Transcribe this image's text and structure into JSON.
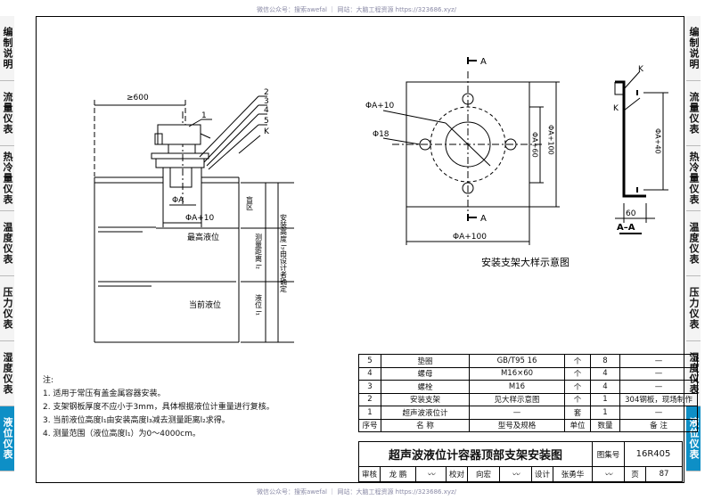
{
  "watermark": "微信公众号：搜索awefal ｜ 网站：大脑工程资源 https://323686.xyz/",
  "left_tabs": [
    "编制说明",
    "流量仪表",
    "热冷量仪表",
    "温度仪表",
    "压力仪表",
    "湿度仪表",
    "液位仪表"
  ],
  "right_tabs": [
    "编制说明",
    "流量仪表",
    "热冷量仪表",
    "温度仪表",
    "压力仪表",
    "湿度仪表",
    "液位仪表"
  ],
  "active_tab": "液位仪表",
  "drawing_left": {
    "dim_top": "≥600",
    "callouts": [
      "1",
      "2",
      "3",
      "4",
      "5"
    ],
    "k_label": "K",
    "phi_a": "ΦA",
    "phi_a10": "ΦA+10",
    "blind_zone": "盲区",
    "max_level": "最高液位",
    "current_level": "当前液位",
    "measure_dist": "测量距离 l₂",
    "level_height": "液位 l₁",
    "install_height": "安装高度 l₃由设计者确定"
  },
  "drawing_right": {
    "section_mark": "A",
    "phi_a10": "ΦA+10",
    "phi18": "Φ18",
    "phi_a60": "ΦA+60",
    "phi_a100_v": "ΦA+100",
    "phi_a100_h": "ΦA+100",
    "phi_a40": "ΦA+40",
    "k_label": "K",
    "dim_60": "60",
    "section_title": "A–A",
    "caption": "安装支架大样示意图"
  },
  "notes": {
    "title": "注:",
    "items": [
      "1. 适用于常压有盖金属容器安装。",
      "2. 支架钢板厚度不应小于3mm，具体根据液位计重量进行复核。",
      "3. 当前液位高度l₁由安装高度l₃减去测量距离l₂求得。",
      "4. 测量范围（液位高度l₁）为0～4000cm。"
    ]
  },
  "bom": {
    "rows": [
      [
        "5",
        "垫圈",
        "GB/T95 16",
        "个",
        "8",
        "—"
      ],
      [
        "4",
        "螺母",
        "M16×60",
        "个",
        "4",
        "—"
      ],
      [
        "3",
        "螺栓",
        "M16",
        "个",
        "4",
        "—"
      ],
      [
        "2",
        "安装支架",
        "见大样示意图",
        "个",
        "1",
        "304钢板，现场制作"
      ],
      [
        "1",
        "超声波液位计",
        "—",
        "套",
        "1",
        "—"
      ]
    ],
    "header": [
      "序号",
      "名  称",
      "型号及规格",
      "单位",
      "数量",
      "备  注"
    ]
  },
  "title_block": {
    "title": "超声波液位计容器顶部支架安装图",
    "atlas_label": "图集号",
    "atlas_no": "16R405",
    "review_label": "审核",
    "reviewer": "龙  鹏",
    "check_label": "校对",
    "checker": "向宏",
    "design_label": "设计",
    "designer": "张勇华",
    "page_label": "页",
    "page_no": "87"
  }
}
